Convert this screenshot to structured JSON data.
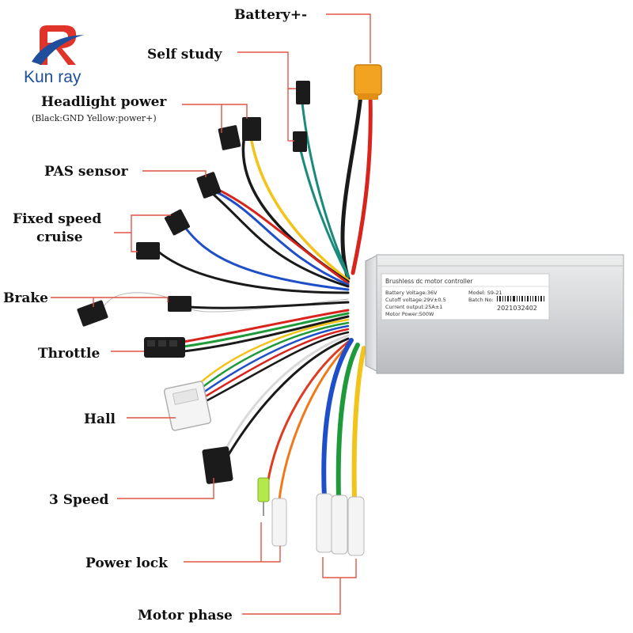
{
  "brand": {
    "name": "Kun ray",
    "logo_colors": [
      "#e0342a",
      "#1f4f9c"
    ]
  },
  "labels": {
    "battery": "Battery+-",
    "self_study": "Self study",
    "headlight_power": "Headlight power",
    "headlight_note": "(Black:GND Yellow:power+)",
    "pas_sensor": "PAS sensor",
    "cruise_line1": "Fixed speed",
    "cruise_line2": "cruise",
    "brake": "Brake",
    "throttle": "Throttle",
    "hall": "Hall",
    "three_speed": "3 Speed",
    "power_lock": "Power lock",
    "motor_phase": "Motor phase"
  },
  "controller": {
    "title": "Brushless dc motor controller",
    "battery_voltage": "Battery Voltage:36V",
    "model": "Model: S9-21",
    "cutoff_voltage": "Cutoff voltage:29V±0.5",
    "batch_label": "Batch No:",
    "current_output": "Current output:25A±1",
    "batch_number": "2021032402",
    "motor_power": "Motor Power:500W"
  },
  "colors": {
    "leader_line": "#e05545",
    "housing": "#d2d4d6",
    "wire_red": "#d8241c",
    "wire_black": "#1a1a1a",
    "wire_yellow": "#f2c318",
    "wire_green": "#1f9a3a",
    "wire_blue": "#1f4fc8",
    "wire_orange": "#f07818",
    "wire_teal": "#1a8a7a",
    "connector_xt60": "#f2a322"
  }
}
